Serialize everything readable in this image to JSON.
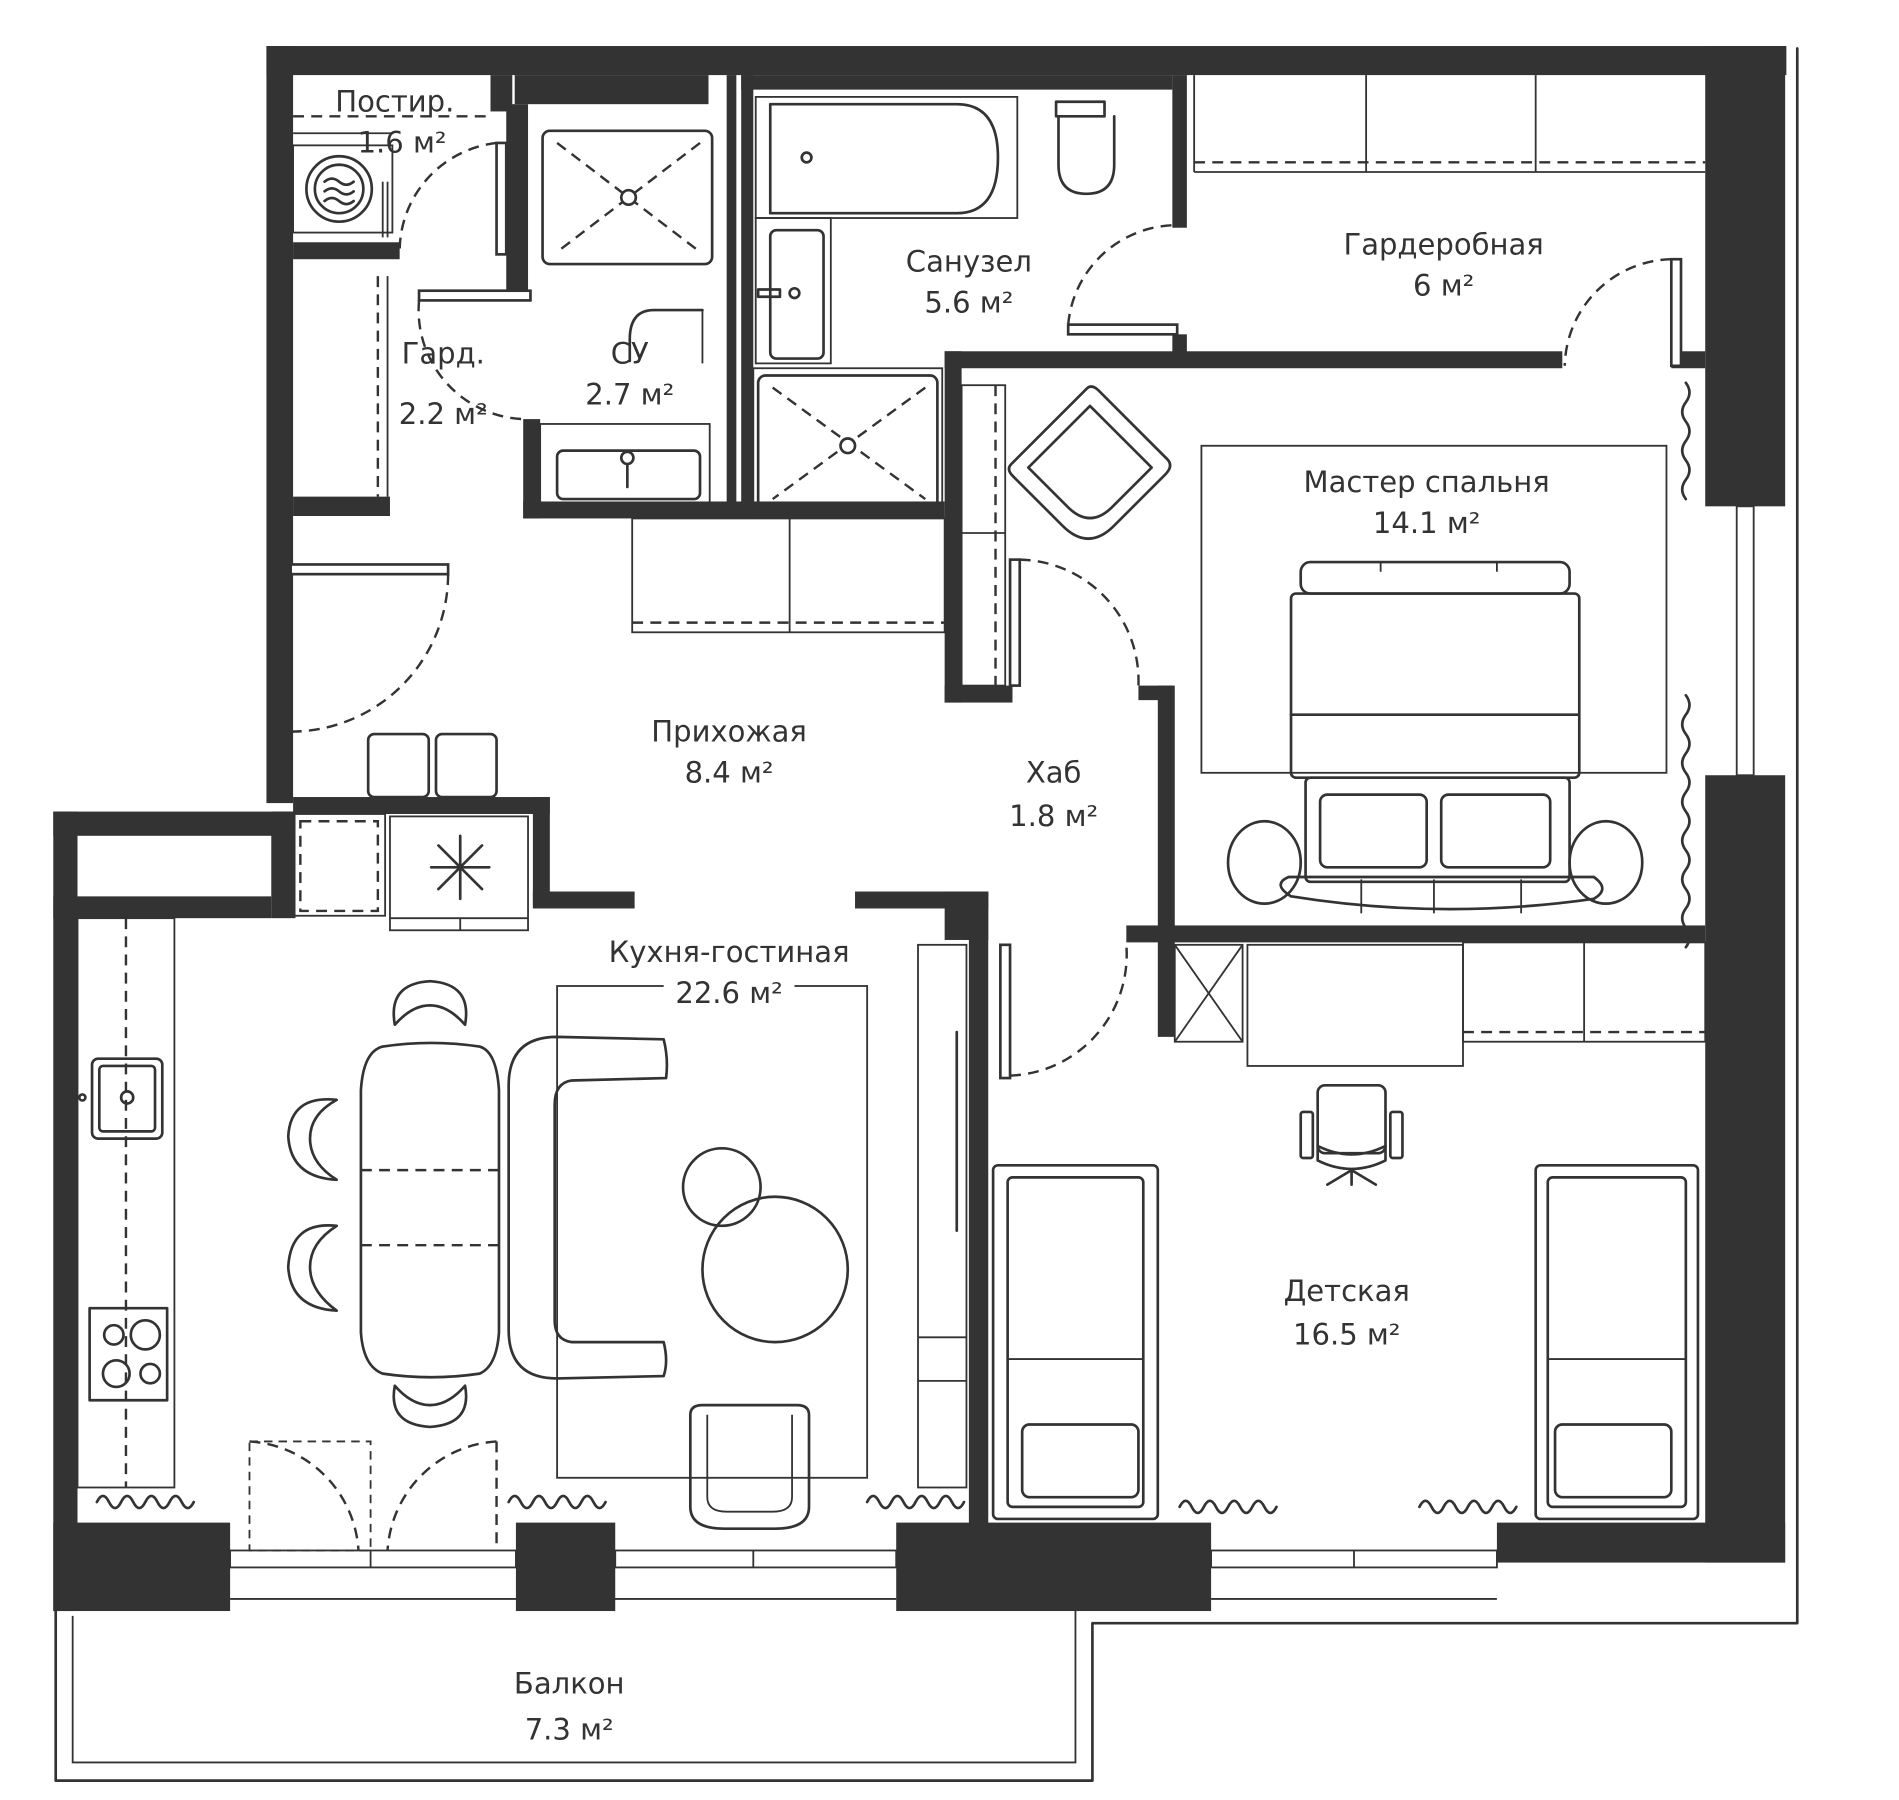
{
  "plan": {
    "title": "Apartment floor plan",
    "colors": {
      "wall": "#333333",
      "line": "#333333",
      "background": "#ffffff"
    },
    "rooms": [
      {
        "id": "laundry",
        "name": "Постир.",
        "area": "1.6 м²"
      },
      {
        "id": "wardrobe_s",
        "name": "Гард.",
        "area": "2.2 м²"
      },
      {
        "id": "wc",
        "name": "СУ",
        "area": "2.7 м²"
      },
      {
        "id": "bathroom",
        "name": "Санузел",
        "area": "5.6 м²"
      },
      {
        "id": "wardrobe_l",
        "name": "Гардеробная",
        "area": "6 м²"
      },
      {
        "id": "master",
        "name": "Мастер спальня",
        "area": "14.1 м²"
      },
      {
        "id": "hall",
        "name": "Прихожая",
        "area": "8.4 м²"
      },
      {
        "id": "hub",
        "name": "Хаб",
        "area": "1.8 м²"
      },
      {
        "id": "kitchen",
        "name": "Кухня-гостиная",
        "area": "22.6 м²"
      },
      {
        "id": "kids",
        "name": "Детская",
        "area": "16.5 м²"
      },
      {
        "id": "balcony",
        "name": "Балкон",
        "area": "7.3 м²"
      }
    ],
    "fixtures": [
      "washing-machine",
      "shower",
      "toilet",
      "bathtub",
      "sink",
      "wardrobe",
      "armchair",
      "double-bed",
      "nightstand",
      "rug",
      "wardrobe",
      "cooktop",
      "kitchen-sink",
      "dining-table",
      "dining-chair",
      "sofa",
      "coffee-table",
      "refrigerator",
      "single-bed",
      "desk",
      "office-chair",
      "radiator",
      "window",
      "door"
    ]
  }
}
